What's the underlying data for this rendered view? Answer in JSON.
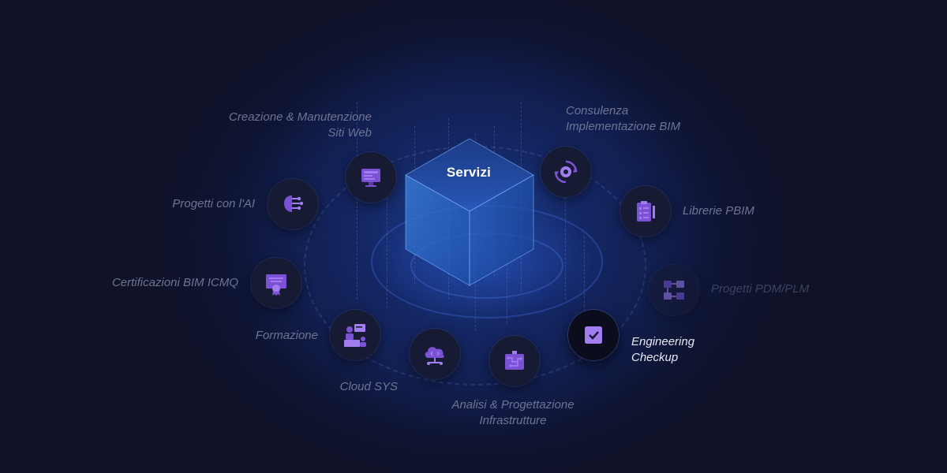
{
  "center": {
    "title": "Servizi"
  },
  "services": [
    {
      "line1": "Creazione & Manutenzione",
      "line2": "Siti Web",
      "icon": "website-monitor-icon"
    },
    {
      "line1": "Consulenza",
      "line2": "Implementazione BIM",
      "icon": "gear-cycle-icon"
    },
    {
      "line1": "Progetti con l'AI",
      "line2": "",
      "icon": "ai-brain-icon"
    },
    {
      "line1": "Librerie PBIM",
      "line2": "",
      "icon": "clipboard-checklist-icon"
    },
    {
      "line1": "Certificazioni BIM ICMQ",
      "line2": "",
      "icon": "certificate-icon"
    },
    {
      "line1": "Progetti PDM/PLM",
      "line2": "",
      "icon": "flow-diagram-icon"
    },
    {
      "line1": "Formazione",
      "line2": "",
      "icon": "teacher-presentation-icon"
    },
    {
      "line1": "Engineering",
      "line2": "Checkup",
      "icon": "checkbox-checked-icon"
    },
    {
      "line1": "Cloud SYS",
      "line2": "",
      "icon": "cloud-code-icon"
    },
    {
      "line1": "Analisi & Progettazione",
      "line2": "Infrastrutture",
      "icon": "circuit-board-icon"
    }
  ],
  "colors": {
    "accent": "#7b52d6",
    "accent_light": "#a27df0",
    "node_bg": "#161a33",
    "active_label": "#e7e9f5",
    "muted_label": "#6f7494"
  }
}
